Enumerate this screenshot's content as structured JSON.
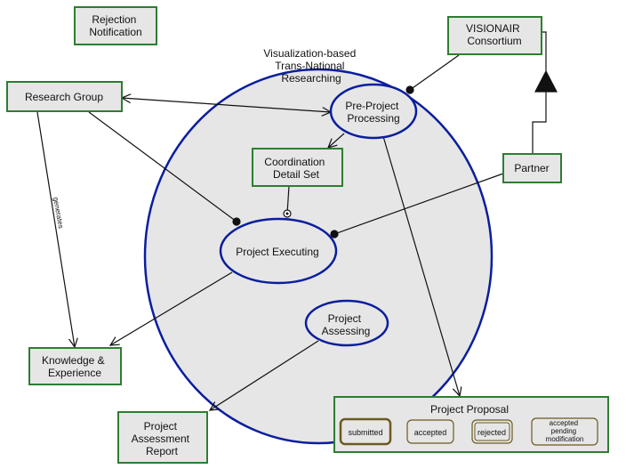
{
  "colors": {
    "object_fill": "#e6e6e6",
    "object_stroke": "#2e7d32",
    "process_fill": "#e6e6e6",
    "process_stroke": "#0a1e9e",
    "line": "#111111"
  },
  "objects": {
    "rejection_notification": [
      "Rejection",
      "Notification"
    ],
    "visionair_consortium": [
      "VISIONAIR",
      "Consortium"
    ],
    "research_group": "Research Group",
    "coordination_detail_set": [
      "Coordination",
      "Detail Set"
    ],
    "partner": "Partner",
    "knowledge_experience": [
      "Knowledge &",
      "Experience"
    ],
    "project_assessment_report": [
      "Project",
      "Assessment",
      "Report"
    ],
    "project_proposal": {
      "title": "Project Proposal",
      "states": {
        "submitted": "submitted",
        "accepted": "accepted",
        "rejected": "rejected",
        "pending": [
          "accepted",
          "pending",
          "modification"
        ]
      }
    }
  },
  "processes": {
    "main": [
      "Visualization-based",
      "Trans-National",
      "Researching"
    ],
    "pre_project": [
      "Pre-Project",
      "Processing"
    ],
    "executing": "Project Executing",
    "assessing": [
      "Project",
      "Assessing"
    ]
  },
  "links": {
    "generates": "generates"
  }
}
